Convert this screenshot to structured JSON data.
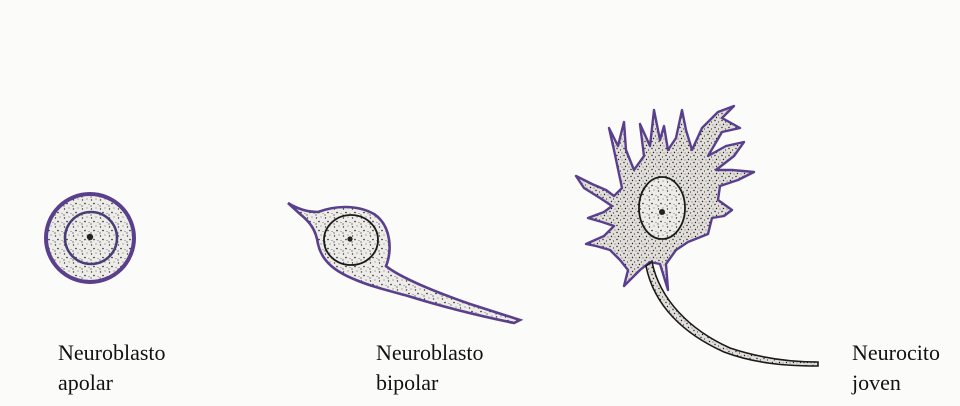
{
  "labels": {
    "apolar": {
      "line1": "Neuroblasto",
      "line2": "apolar"
    },
    "bipolar": {
      "line1": "Neuroblasto",
      "line2": "bipolar"
    },
    "neurocito": {
      "line1": "Neurocito",
      "line2": "joven"
    }
  },
  "colors": {
    "membrane": "#5a3f8c",
    "outline": "#1a1a1a",
    "cytoplasm": "#eceae6",
    "paper": "#fbfbfa"
  }
}
